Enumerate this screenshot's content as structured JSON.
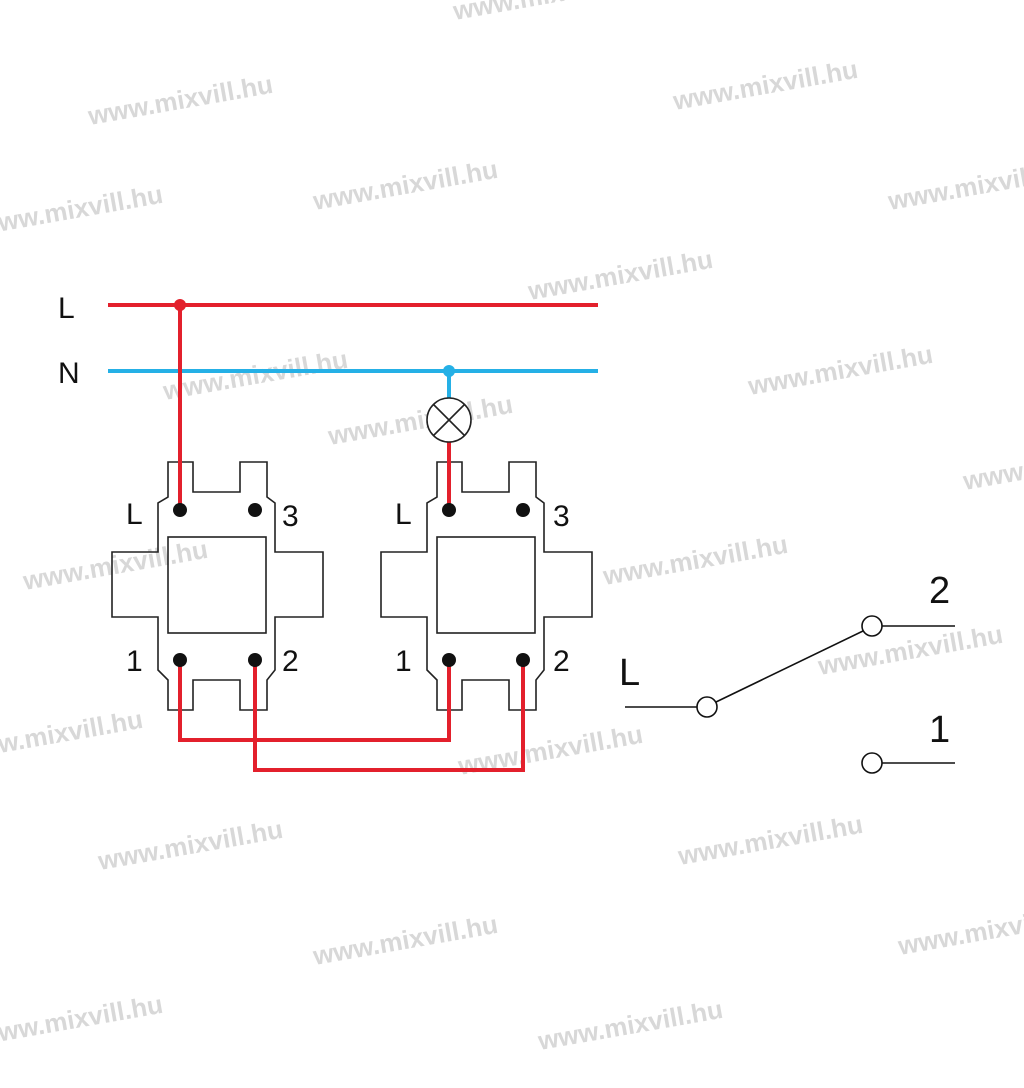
{
  "watermark": "www.mixvill.hu",
  "colors": {
    "live": "#e3202c",
    "neutral": "#25b0e6",
    "outline": "#222222"
  },
  "bus_labels": {
    "line": "L",
    "neutral": "N"
  },
  "switch_left": {
    "terminal_L": "L",
    "terminal_3": "3",
    "terminal_1": "1",
    "terminal_2": "2"
  },
  "switch_right": {
    "terminal_L": "L",
    "terminal_3": "3",
    "terminal_1": "1",
    "terminal_2": "2"
  },
  "symbol": {
    "input": "L",
    "out_2": "2",
    "out_1": "1"
  }
}
